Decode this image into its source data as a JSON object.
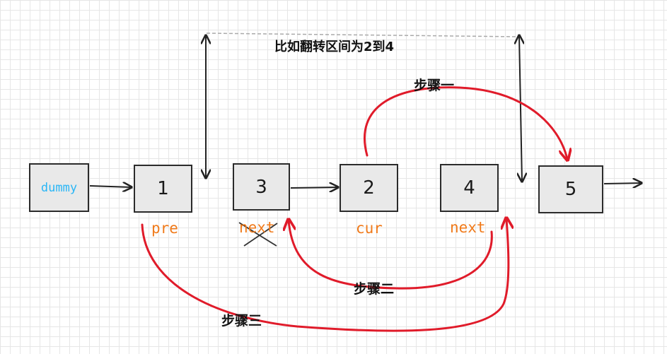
{
  "diagram": {
    "title": "比如翻转区间为2到4",
    "nodes": [
      {
        "id": "dummy",
        "label": "dummy"
      },
      {
        "id": "1",
        "label": "1"
      },
      {
        "id": "3",
        "label": "3"
      },
      {
        "id": "2",
        "label": "2"
      },
      {
        "id": "4",
        "label": "4"
      },
      {
        "id": "5",
        "label": "5"
      }
    ],
    "pointers": {
      "pre": "pre",
      "next_crossed": "next",
      "cur": "cur",
      "next": "next"
    },
    "steps": {
      "step1": "步骤一",
      "step2": "步骤二",
      "step3": "步骤三"
    },
    "colors": {
      "step_arrow": "#e01b2a",
      "pointer_label": "#f07a1a",
      "dummy_label": "#29b6f6",
      "node_fill": "#e9e9e9",
      "node_border": "#2b2b2b"
    }
  }
}
